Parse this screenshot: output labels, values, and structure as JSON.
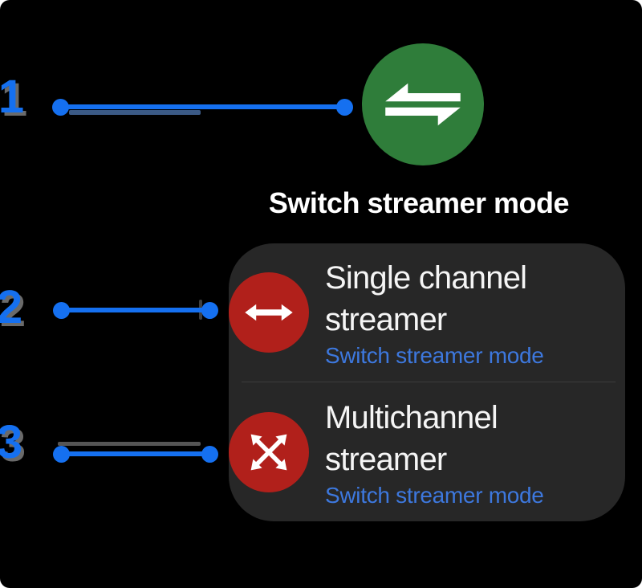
{
  "colors": {
    "background": "#000000",
    "annotation_blue": "#1570f0",
    "card_background": "#272727",
    "icon_green": "#2f7d3a",
    "icon_red": "#b1201b",
    "link_blue": "#3d78de",
    "title_white": "#f5f5f5"
  },
  "annotations": [
    {
      "label": "1"
    },
    {
      "label": "2"
    },
    {
      "label": "3"
    }
  ],
  "header": {
    "button_icon": "swap-horizontal-arrows-icon",
    "title": "Switch streamer mode"
  },
  "menu_items": [
    {
      "icon": "left-right-arrow-icon",
      "title": "Single channel streamer",
      "subtitle": "Switch streamer mode"
    },
    {
      "icon": "four-way-arrows-icon",
      "title": "Multichannel streamer",
      "subtitle": "Switch streamer mode"
    }
  ]
}
